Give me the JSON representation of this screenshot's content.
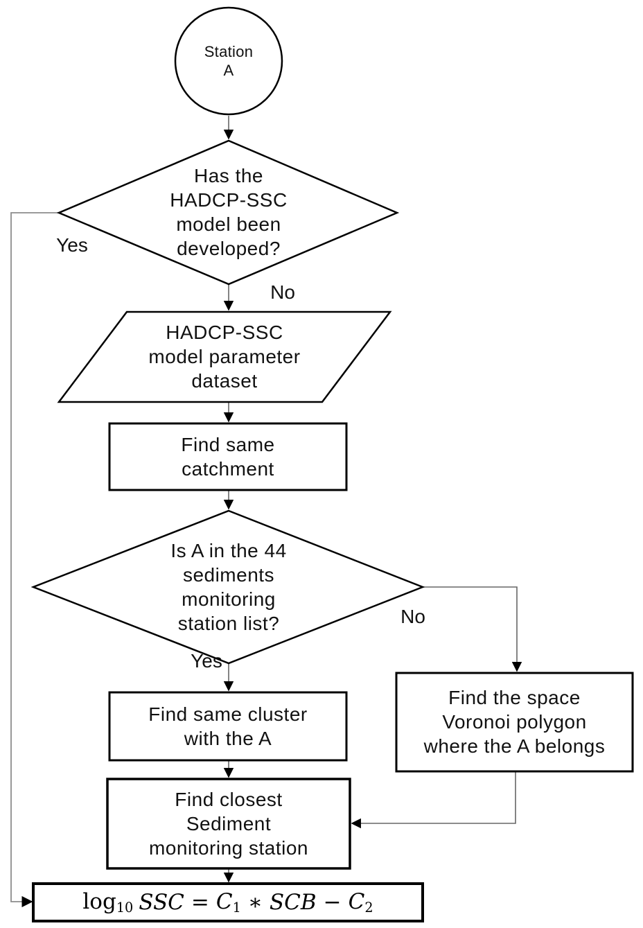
{
  "flowchart": {
    "start": {
      "line1": "Station",
      "line2": "A"
    },
    "decision1": {
      "line1": "Has the",
      "line2": "HADCP-SSC",
      "line3": "model been",
      "line4": "developed?",
      "yes_label": "Yes",
      "no_label": "No"
    },
    "dataset": {
      "line1": "HADCP-SSC",
      "line2": "model parameter",
      "line3": "dataset"
    },
    "catchment": {
      "line1": "Find same",
      "line2": "catchment"
    },
    "decision2": {
      "line1": "Is A in the 44",
      "line2": "sediments",
      "line3": "monitoring",
      "line4": "station list?",
      "yes_label": "Yes",
      "no_label": "No"
    },
    "cluster": {
      "line1": "Find same cluster",
      "line2": "with the A"
    },
    "voronoi": {
      "line1": "Find the space",
      "line2": "Voronoi polygon",
      "line3": "where the A belongs"
    },
    "closest": {
      "line1": "Find closest",
      "line2": "Sediment",
      "line3": "monitoring station"
    },
    "formula": {
      "log": "log",
      "log_sub": "10",
      "lhs": "SSC",
      "equals": "=",
      "coef1": "C",
      "coef1_sub": "1",
      "operator": "∗",
      "var": "SCB",
      "minus": "−",
      "coef2": "C",
      "coef2_sub": "2"
    }
  },
  "colors": {
    "shape_stroke": "#000000",
    "connector": "#666666",
    "arrowhead": "#000000",
    "background": "#ffffff",
    "text": "#111111"
  }
}
